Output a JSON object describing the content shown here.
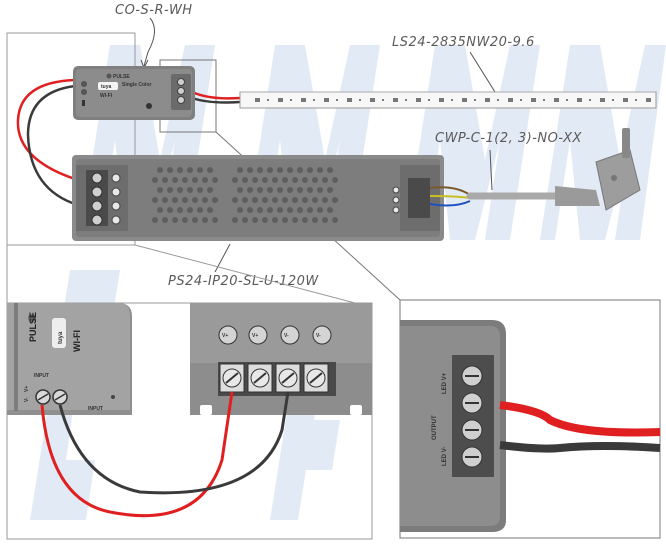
{
  "labels": {
    "controller_model": "CO-S-R-WH",
    "strip_model": "LS24-2835NW20-9.6",
    "cable_model": "CWP-C-1(2, 3)-NO-XX",
    "psu_model": "PS24-IP20-SL-U-120W"
  },
  "controller": {
    "brand": "PULSE",
    "app_logo": "tuya",
    "connectivity": "WI-FI",
    "mode": "Single Color",
    "input_label": "INPUT",
    "output_label": "OUTPUT",
    "led_plus": "LED V+",
    "led_minus": "LED V-",
    "v_plus": "V+",
    "v_minus": "V-"
  },
  "psu": {
    "terminals": [
      "V+",
      "V+",
      "V-",
      "V-"
    ]
  },
  "colors": {
    "wire_red": "#e02020",
    "wire_black": "#3a3a3a",
    "body_gray": "#8c8c8c",
    "body_dark": "#6f6f6f",
    "terminal_light": "#d9d9d9",
    "watermark": "#dfe8f4"
  }
}
